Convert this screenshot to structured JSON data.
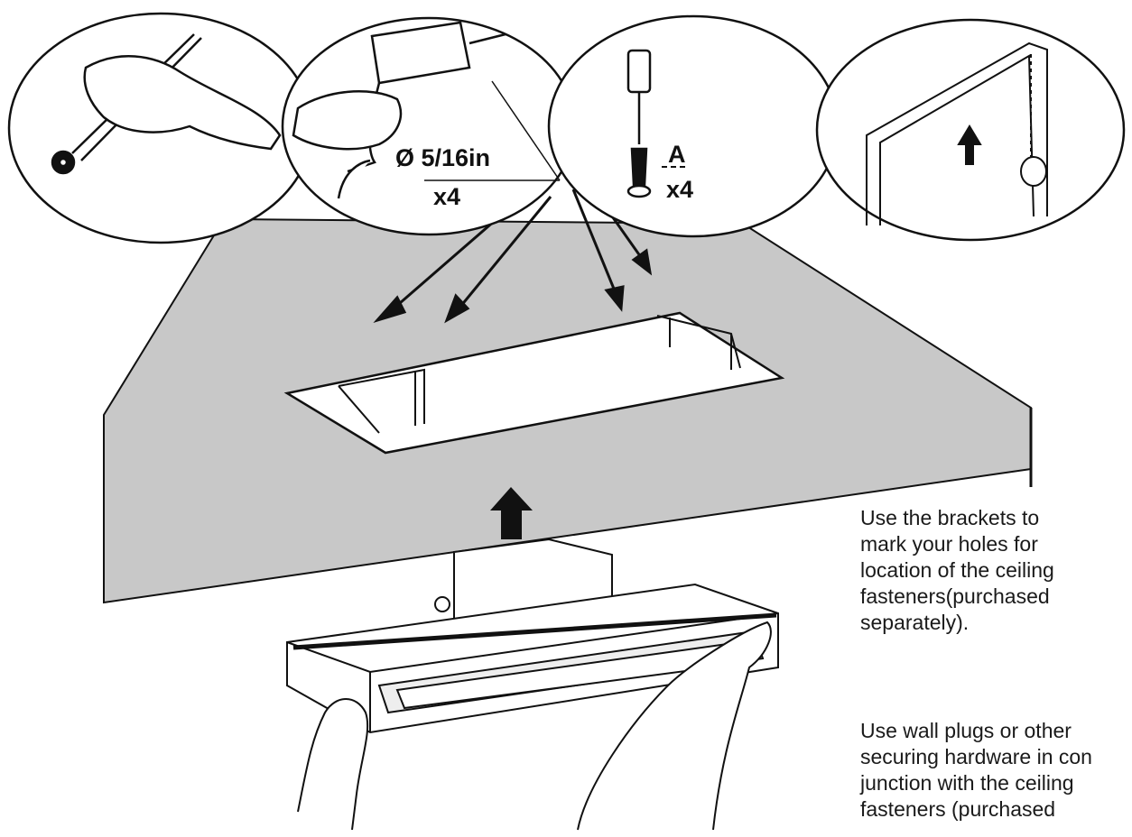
{
  "header": {
    "partial_text": ""
  },
  "callouts": {
    "drill_label": "Ø 5/16in",
    "drill_qty": "x4",
    "screw_label": "A",
    "screw_qty": "x4"
  },
  "instructions": [
    "Use the brackets to\nmark your holes for\nlocation of the ceiling\nfasteners(purchased\nseparately).",
    "Use wall plugs or other\nsecuring hardware in con\njunction with the ceiling\nfasteners (purchased"
  ],
  "colors": {
    "ceiling": "#c8c8c8",
    "line": "#111111",
    "paper": "#ffffff"
  },
  "icons": [
    "pencil-icon",
    "drill-icon",
    "screw-anchor-icon",
    "frame-icon",
    "arrow-up-icon"
  ]
}
